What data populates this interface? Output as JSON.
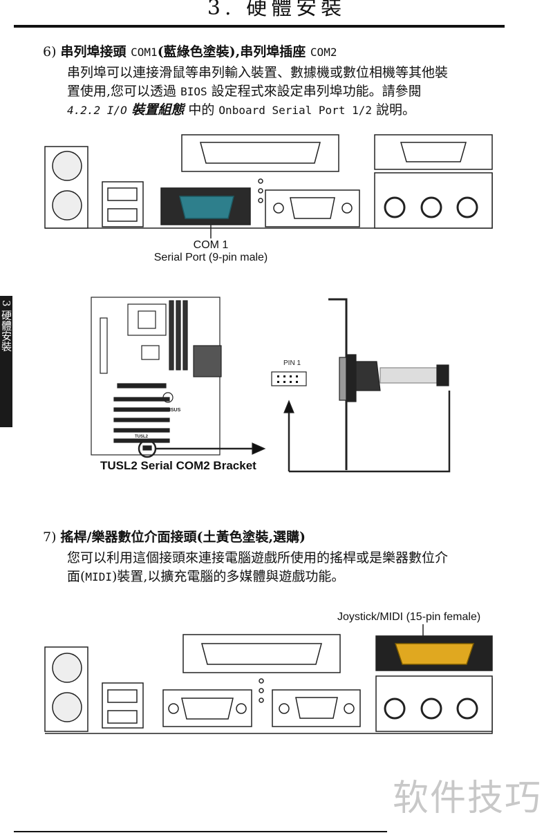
{
  "header": {
    "title": "3. 硬體安裝"
  },
  "side_tab": {
    "label": "3 硬體安裝"
  },
  "section6": {
    "number": "6)",
    "heading_a": "串列埠接頭",
    "heading_b": "COM1",
    "heading_c": "(藍綠色塗裝),串列埠插座",
    "heading_d": "COM2",
    "line1": "串列埠可以連接滑鼠等串列輸入裝置、數據機或數位相機等其他裝",
    "line2_a": "置使用,您可以透過 ",
    "line2_b": "BIOS",
    "line2_c": " 設定程式來設定串列埠功能。請參閱",
    "line3_a": "4.2.2 I/O",
    "line3_b": " 裝置組態",
    "line3_c": " 中的 ",
    "line3_d": "Onboard Serial Port 1/2",
    "line3_e": " 說明。"
  },
  "figure1": {
    "label_line1": "COM 1",
    "label_line2": "Serial Port (9-pin male)",
    "highlight_color": "#2e7f8c"
  },
  "figure2": {
    "pin_label": "PIN 1",
    "board_label": "TUSL2",
    "brand": "/ISUS",
    "caption": "TUSL2 Serial COM2 Bracket"
  },
  "section7": {
    "number": "7)",
    "heading": "搖桿/樂器數位介面接頭(土黃色塗裝,選購)",
    "line1": "您可以利用這個接頭來連接電腦遊戲所使用的搖桿或是樂器數位介",
    "line2_a": "面(",
    "line2_b": "MIDI",
    "line2_c": ")裝置,以擴充電腦的多媒體與遊戲功能。"
  },
  "figure3": {
    "label": "Joystick/MIDI (15-pin female)",
    "highlight_color": "#e0a820"
  },
  "watermark": {
    "text": "软件技巧"
  }
}
